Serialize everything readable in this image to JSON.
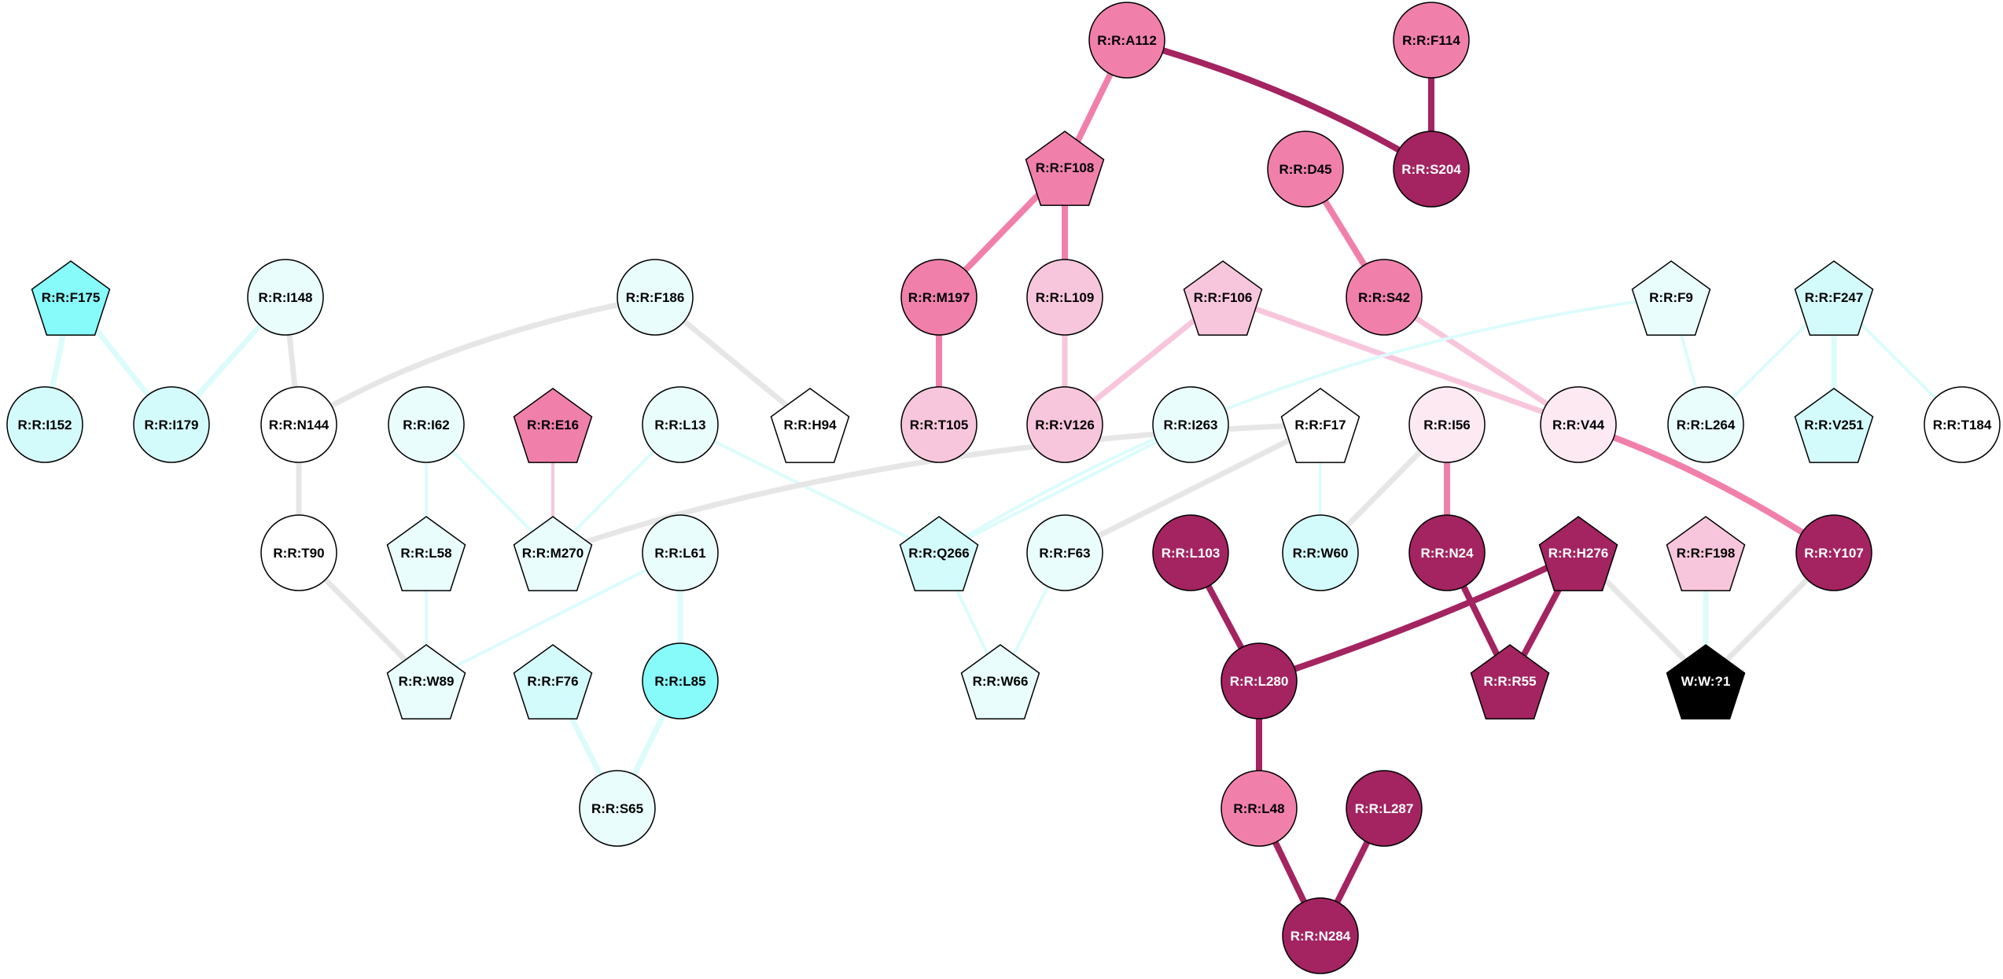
{
  "graph": {
    "colors": {
      "white": "#ffffff",
      "ice": "#e9fdfd",
      "cyan_light": "#d4fbfb",
      "cyan": "#87fafa",
      "pink_pale": "#fde9f2",
      "pink_light": "#f8c6dc",
      "pink": "#f080aa",
      "magenta": "#a32460",
      "black": "#000000",
      "edge_gray": "#e6e6e6",
      "edge_cyan": "#dcfcfc",
      "edge_pink_light": "#f8c6dc",
      "edge_pink": "#f080aa",
      "edge_magenta": "#a32460"
    },
    "nodes": [
      {
        "id": "A112",
        "label": "R:R:A112",
        "shape": "circle",
        "fill": "pink",
        "text": "#000000"
      },
      {
        "id": "F114",
        "label": "R:R:F114",
        "shape": "circle",
        "fill": "pink",
        "text": "#000000"
      },
      {
        "id": "F108",
        "label": "R:R:F108",
        "shape": "pentagon",
        "fill": "pink",
        "text": "#000000"
      },
      {
        "id": "D45",
        "label": "R:R:D45",
        "shape": "circle",
        "fill": "pink",
        "text": "#000000"
      },
      {
        "id": "S204",
        "label": "R:R:S204",
        "shape": "circle",
        "fill": "magenta",
        "text": "#ffffff"
      },
      {
        "id": "F175",
        "label": "R:R:F175",
        "shape": "pentagon",
        "fill": "cyan",
        "text": "#000000"
      },
      {
        "id": "I148",
        "label": "R:R:I148",
        "shape": "circle",
        "fill": "ice",
        "text": "#000000"
      },
      {
        "id": "F186",
        "label": "R:R:F186",
        "shape": "circle",
        "fill": "ice",
        "text": "#000000"
      },
      {
        "id": "M197",
        "label": "R:R:M197",
        "shape": "circle",
        "fill": "pink",
        "text": "#000000"
      },
      {
        "id": "L109",
        "label": "R:R:L109",
        "shape": "circle",
        "fill": "pink_light",
        "text": "#000000"
      },
      {
        "id": "F106",
        "label": "R:R:F106",
        "shape": "pentagon",
        "fill": "pink_light",
        "text": "#000000"
      },
      {
        "id": "S42",
        "label": "R:R:S42",
        "shape": "circle",
        "fill": "pink",
        "text": "#000000"
      },
      {
        "id": "F9",
        "label": "R:R:F9",
        "shape": "pentagon",
        "fill": "ice",
        "text": "#000000"
      },
      {
        "id": "F247",
        "label": "R:R:F247",
        "shape": "pentagon",
        "fill": "cyan_light",
        "text": "#000000"
      },
      {
        "id": "I152",
        "label": "R:R:I152",
        "shape": "circle",
        "fill": "cyan_light",
        "text": "#000000"
      },
      {
        "id": "I179",
        "label": "R:R:I179",
        "shape": "circle",
        "fill": "cyan_light",
        "text": "#000000"
      },
      {
        "id": "N144",
        "label": "R:R:N144",
        "shape": "circle",
        "fill": "white",
        "text": "#000000"
      },
      {
        "id": "I62",
        "label": "R:R:I62",
        "shape": "circle",
        "fill": "ice",
        "text": "#000000"
      },
      {
        "id": "E16",
        "label": "R:R:E16",
        "shape": "pentagon",
        "fill": "pink",
        "text": "#000000"
      },
      {
        "id": "L13",
        "label": "R:R:L13",
        "shape": "circle",
        "fill": "ice",
        "text": "#000000"
      },
      {
        "id": "H94",
        "label": "R:R:H94",
        "shape": "pentagon",
        "fill": "white",
        "text": "#000000"
      },
      {
        "id": "T105",
        "label": "R:R:T105",
        "shape": "circle",
        "fill": "pink_light",
        "text": "#000000"
      },
      {
        "id": "V126",
        "label": "R:R:V126",
        "shape": "circle",
        "fill": "pink_light",
        "text": "#000000"
      },
      {
        "id": "I263",
        "label": "R:R:I263",
        "shape": "circle",
        "fill": "ice",
        "text": "#000000"
      },
      {
        "id": "F17",
        "label": "R:R:F17",
        "shape": "pentagon",
        "fill": "white",
        "text": "#000000"
      },
      {
        "id": "I56",
        "label": "R:R:I56",
        "shape": "circle",
        "fill": "pink_pale",
        "text": "#000000"
      },
      {
        "id": "V44",
        "label": "R:R:V44",
        "shape": "circle",
        "fill": "pink_pale",
        "text": "#000000"
      },
      {
        "id": "L264",
        "label": "R:R:L264",
        "shape": "circle",
        "fill": "ice",
        "text": "#000000"
      },
      {
        "id": "V251",
        "label": "R:R:V251",
        "shape": "pentagon",
        "fill": "cyan_light",
        "text": "#000000"
      },
      {
        "id": "T184",
        "label": "R:R:T184",
        "shape": "circle",
        "fill": "white",
        "text": "#000000"
      },
      {
        "id": "T90",
        "label": "R:R:T90",
        "shape": "circle",
        "fill": "white",
        "text": "#000000"
      },
      {
        "id": "L58",
        "label": "R:R:L58",
        "shape": "pentagon",
        "fill": "ice",
        "text": "#000000"
      },
      {
        "id": "M270",
        "label": "R:R:M270",
        "shape": "pentagon",
        "fill": "ice",
        "text": "#000000"
      },
      {
        "id": "L61",
        "label": "R:R:L61",
        "shape": "circle",
        "fill": "ice",
        "text": "#000000"
      },
      {
        "id": "Q266",
        "label": "R:R:Q266",
        "shape": "pentagon",
        "fill": "cyan_light",
        "text": "#000000"
      },
      {
        "id": "F63",
        "label": "R:R:F63",
        "shape": "circle",
        "fill": "ice",
        "text": "#000000"
      },
      {
        "id": "L103",
        "label": "R:R:L103",
        "shape": "circle",
        "fill": "magenta",
        "text": "#ffffff"
      },
      {
        "id": "W60",
        "label": "R:R:W60",
        "shape": "circle",
        "fill": "cyan_light",
        "text": "#000000"
      },
      {
        "id": "N24",
        "label": "R:R:N24",
        "shape": "circle",
        "fill": "magenta",
        "text": "#ffffff"
      },
      {
        "id": "H276",
        "label": "R:R:H276",
        "shape": "pentagon",
        "fill": "magenta",
        "text": "#ffffff"
      },
      {
        "id": "F198",
        "label": "R:R:F198",
        "shape": "pentagon",
        "fill": "pink_light",
        "text": "#000000"
      },
      {
        "id": "Y107",
        "label": "R:R:Y107",
        "shape": "circle",
        "fill": "magenta",
        "text": "#ffffff"
      },
      {
        "id": "W89",
        "label": "R:R:W89",
        "shape": "pentagon",
        "fill": "ice",
        "text": "#000000"
      },
      {
        "id": "F76",
        "label": "R:R:F76",
        "shape": "pentagon",
        "fill": "cyan_light",
        "text": "#000000"
      },
      {
        "id": "L85",
        "label": "R:R:L85",
        "shape": "circle",
        "fill": "cyan",
        "text": "#000000"
      },
      {
        "id": "W66",
        "label": "R:R:W66",
        "shape": "pentagon",
        "fill": "ice",
        "text": "#000000"
      },
      {
        "id": "L280",
        "label": "R:R:L280",
        "shape": "circle",
        "fill": "magenta",
        "text": "#ffffff"
      },
      {
        "id": "R55",
        "label": "R:R:R55",
        "shape": "pentagon",
        "fill": "magenta",
        "text": "#ffffff"
      },
      {
        "id": "W1",
        "label": "W:W:?1",
        "shape": "pentagon",
        "fill": "black",
        "text": "#ffffff"
      },
      {
        "id": "S65",
        "label": "R:R:S65",
        "shape": "circle",
        "fill": "ice",
        "text": "#000000"
      },
      {
        "id": "L48",
        "label": "R:R:L48",
        "shape": "circle",
        "fill": "pink",
        "text": "#000000"
      },
      {
        "id": "L287",
        "label": "R:R:L287",
        "shape": "circle",
        "fill": "magenta",
        "text": "#ffffff"
      },
      {
        "id": "N284",
        "label": "R:R:N284",
        "shape": "circle",
        "fill": "magenta",
        "text": "#ffffff"
      }
    ],
    "edges": [
      {
        "from": "A112",
        "to": "F108",
        "color": "edge_pink",
        "weight": "thick"
      },
      {
        "from": "A112",
        "to": "S204",
        "color": "edge_magenta",
        "weight": "thick",
        "curved": true
      },
      {
        "from": "F114",
        "to": "S204",
        "color": "edge_magenta",
        "weight": "thick"
      },
      {
        "from": "F108",
        "to": "M197",
        "color": "edge_pink",
        "weight": "thick"
      },
      {
        "from": "F108",
        "to": "L109",
        "color": "edge_pink",
        "weight": "thick"
      },
      {
        "from": "D45",
        "to": "S42",
        "color": "edge_pink",
        "weight": "thick"
      },
      {
        "from": "M197",
        "to": "T105",
        "color": "edge_pink",
        "weight": "thick"
      },
      {
        "from": "L109",
        "to": "V126",
        "color": "edge_pink_light",
        "weight": "medium"
      },
      {
        "from": "F106",
        "to": "V126",
        "color": "edge_pink_light",
        "weight": "medium"
      },
      {
        "from": "F106",
        "to": "V44",
        "color": "edge_pink_light",
        "weight": "medium"
      },
      {
        "from": "S42",
        "to": "V44",
        "color": "edge_pink_light",
        "weight": "medium"
      },
      {
        "from": "V44",
        "to": "Y107",
        "color": "edge_pink",
        "weight": "thick",
        "curved": true
      },
      {
        "from": "F175",
        "to": "I152",
        "color": "edge_cyan",
        "weight": "medium"
      },
      {
        "from": "F175",
        "to": "I179",
        "color": "edge_cyan",
        "weight": "medium"
      },
      {
        "from": "I148",
        "to": "I179",
        "color": "edge_cyan",
        "weight": "medium"
      },
      {
        "from": "I148",
        "to": "N144",
        "color": "edge_gray",
        "weight": "medium"
      },
      {
        "from": "F186",
        "to": "N144",
        "color": "edge_gray",
        "weight": "medium",
        "curved": true
      },
      {
        "from": "F186",
        "to": "H94",
        "color": "edge_gray",
        "weight": "medium"
      },
      {
        "from": "N144",
        "to": "T90",
        "color": "edge_gray",
        "weight": "medium"
      },
      {
        "from": "T90",
        "to": "W89",
        "color": "edge_gray",
        "weight": "medium"
      },
      {
        "from": "I62",
        "to": "L58",
        "color": "edge_cyan",
        "weight": "thin"
      },
      {
        "from": "I62",
        "to": "M270",
        "color": "edge_cyan",
        "weight": "thin"
      },
      {
        "from": "E16",
        "to": "M270",
        "color": "edge_pink_light",
        "weight": "thin"
      },
      {
        "from": "L13",
        "to": "M270",
        "color": "edge_cyan",
        "weight": "thin"
      },
      {
        "from": "L13",
        "to": "Q266",
        "color": "edge_cyan",
        "weight": "thin"
      },
      {
        "from": "F17",
        "to": "M270",
        "color": "edge_gray",
        "weight": "medium",
        "curved": true
      },
      {
        "from": "F17",
        "to": "F63",
        "color": "edge_gray",
        "weight": "medium"
      },
      {
        "from": "F17",
        "to": "W60",
        "color": "edge_cyan",
        "weight": "thin"
      },
      {
        "from": "I56",
        "to": "W60",
        "color": "edge_gray",
        "weight": "medium"
      },
      {
        "from": "I56",
        "to": "N24",
        "color": "edge_pink",
        "weight": "thick"
      },
      {
        "from": "F9",
        "to": "Q266",
        "color": "edge_cyan",
        "weight": "thin",
        "curved": true
      },
      {
        "from": "F9",
        "to": "L264",
        "color": "edge_cyan",
        "weight": "thin"
      },
      {
        "from": "F247",
        "to": "L264",
        "color": "edge_cyan",
        "weight": "thin"
      },
      {
        "from": "F247",
        "to": "V251",
        "color": "edge_cyan",
        "weight": "medium"
      },
      {
        "from": "F247",
        "to": "T184",
        "color": "edge_cyan",
        "weight": "thin"
      },
      {
        "from": "I263",
        "to": "Q266",
        "color": "edge_cyan",
        "weight": "thin"
      },
      {
        "from": "L58",
        "to": "W89",
        "color": "edge_cyan",
        "weight": "thin"
      },
      {
        "from": "L61",
        "to": "W89",
        "color": "edge_cyan",
        "weight": "thin"
      },
      {
        "from": "L61",
        "to": "L85",
        "color": "edge_cyan",
        "weight": "medium"
      },
      {
        "from": "F76",
        "to": "S65",
        "color": "edge_cyan",
        "weight": "medium"
      },
      {
        "from": "L85",
        "to": "S65",
        "color": "edge_cyan",
        "weight": "medium"
      },
      {
        "from": "Q266",
        "to": "W66",
        "color": "edge_cyan",
        "weight": "thin"
      },
      {
        "from": "F63",
        "to": "W66",
        "color": "edge_cyan",
        "weight": "thin"
      },
      {
        "from": "L103",
        "to": "L280",
        "color": "edge_magenta",
        "weight": "thick"
      },
      {
        "from": "N24",
        "to": "R55",
        "color": "edge_magenta",
        "weight": "thick"
      },
      {
        "from": "H276",
        "to": "L280",
        "color": "edge_magenta",
        "weight": "thick",
        "curved": true
      },
      {
        "from": "H276",
        "to": "R55",
        "color": "edge_magenta",
        "weight": "thick"
      },
      {
        "from": "H276",
        "to": "W1",
        "color": "edge_gray",
        "weight": "medium"
      },
      {
        "from": "F198",
        "to": "W1",
        "color": "edge_cyan",
        "weight": "medium"
      },
      {
        "from": "Y107",
        "to": "W1",
        "color": "edge_gray",
        "weight": "medium"
      },
      {
        "from": "L280",
        "to": "L48",
        "color": "edge_magenta",
        "weight": "thick"
      },
      {
        "from": "L48",
        "to": "N284",
        "color": "edge_magenta",
        "weight": "thick"
      },
      {
        "from": "L287",
        "to": "N284",
        "color": "edge_magenta",
        "weight": "thick"
      }
    ]
  }
}
